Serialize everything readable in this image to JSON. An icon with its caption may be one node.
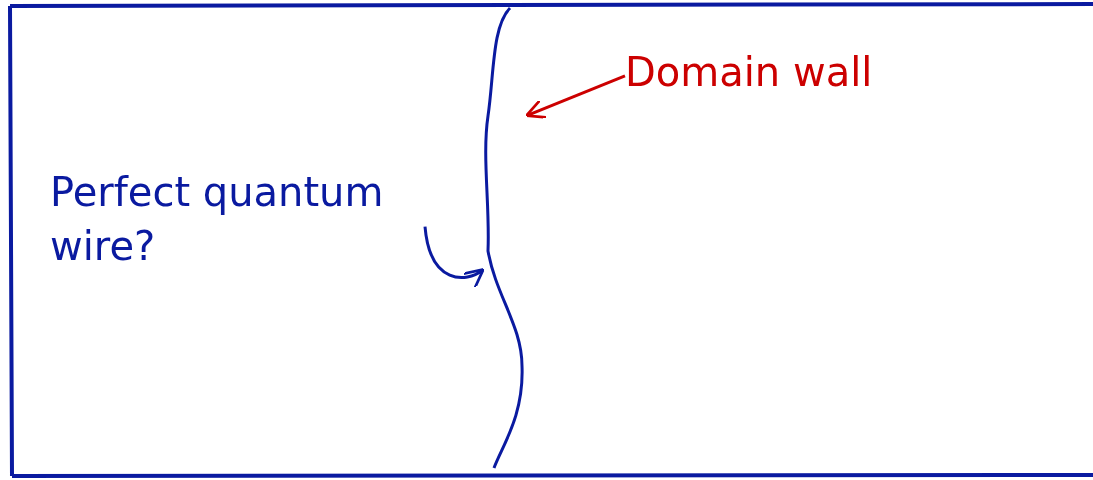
{
  "diagram": {
    "nodes": [
      {
        "text": [
          "Domain wall"
        ]
      },
      {
        "text": [],
        "shape": "line"
      },
      {
        "text": [
          "Perfect quantum wire?"
        ]
      }
    ],
    "edges": [
      {
        "from": 0,
        "to": 1,
        "arrow": "to",
        "color": "#cc0000"
      },
      {
        "from": 2,
        "to": 1,
        "arrow": "to",
        "color": "#0a1aa0"
      }
    ]
  }
}
